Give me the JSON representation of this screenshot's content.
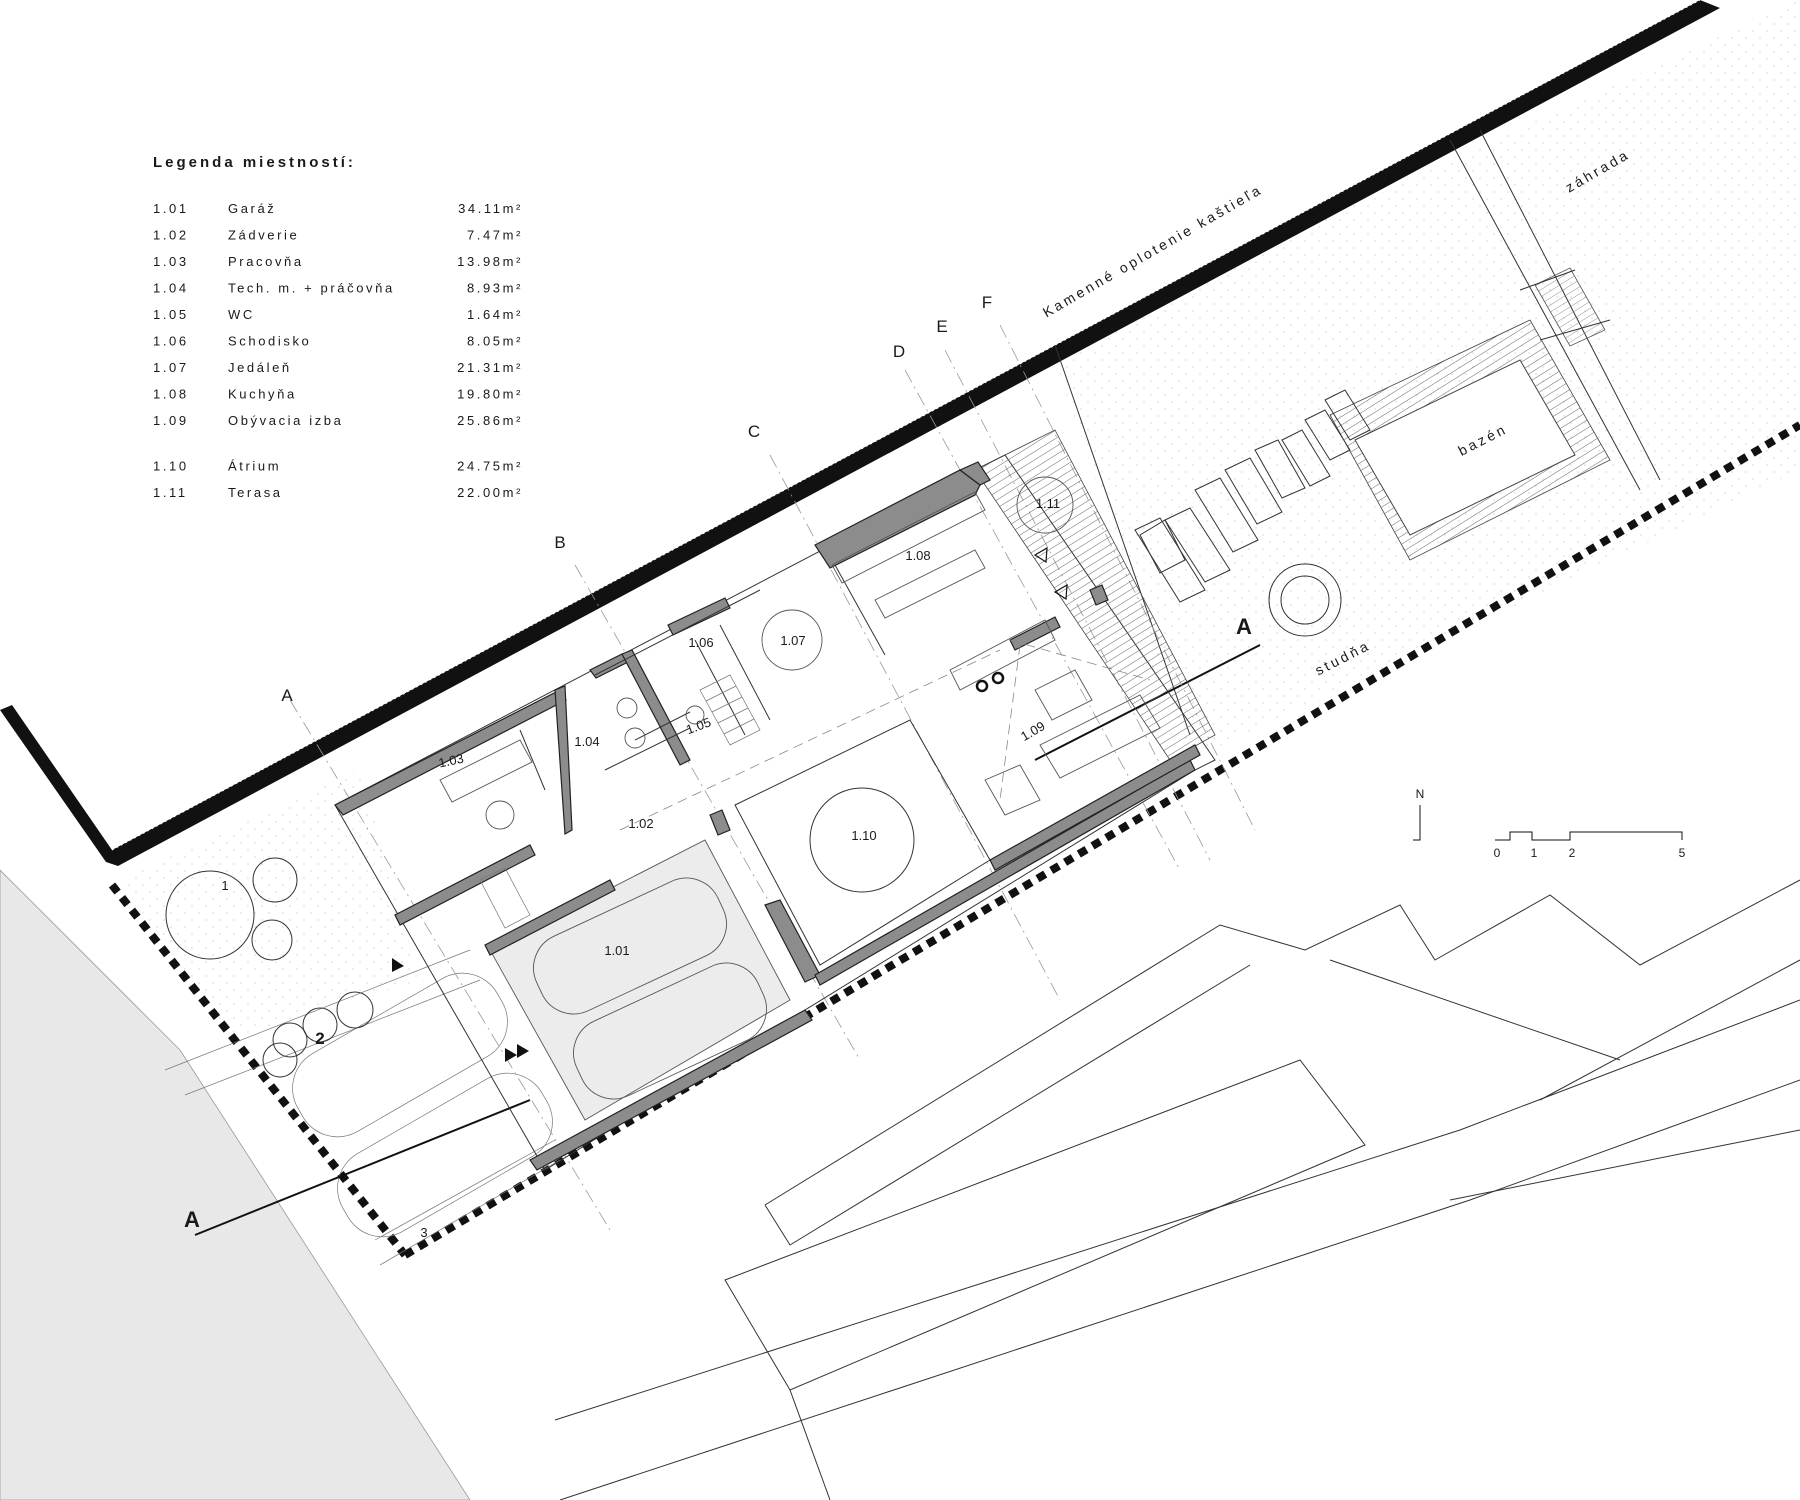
{
  "legend": {
    "title": "Legenda miestností:",
    "rooms": [
      {
        "code": "1.01",
        "name": "Garáž",
        "area": "34.11m²"
      },
      {
        "code": "1.02",
        "name": "Zádverie",
        "area": "7.47m²"
      },
      {
        "code": "1.03",
        "name": "Pracovňa",
        "area": "13.98m²"
      },
      {
        "code": "1.04",
        "name": "Tech. m. + práčovňa",
        "area": "8.93m²"
      },
      {
        "code": "1.05",
        "name": "WC",
        "area": "1.64m²"
      },
      {
        "code": "1.06",
        "name": "Schodisko",
        "area": "8.05m²"
      },
      {
        "code": "1.07",
        "name": "Jedáleň",
        "area": "21.31m²"
      },
      {
        "code": "1.08",
        "name": "Kuchyňa",
        "area": "19.80m²"
      },
      {
        "code": "1.09",
        "name": "Obývacia izba",
        "area": "25.86m²"
      },
      {
        "code": "1.10",
        "name": "Átrium",
        "area": "24.75m²"
      },
      {
        "code": "1.11",
        "name": "Terasa",
        "area": "22.00m²"
      }
    ]
  },
  "room_labels": {
    "r101": "1.01",
    "r102": "1.02",
    "r103": "1.03",
    "r104": "1.04",
    "r105": "1.05",
    "r106": "1.06",
    "r107": "1.07",
    "r108": "1.08",
    "r109": "1.09",
    "r110": "1.10",
    "r111": "1.11"
  },
  "axes": {
    "a": "A",
    "b": "B",
    "c": "C",
    "d": "D",
    "e": "E",
    "f": "F"
  },
  "section_label": "A",
  "site_labels": {
    "stone_fence": "Kamenné oplotenie kaštieľa",
    "garden": "záhrada",
    "pool": "bazén",
    "well": "studňa"
  },
  "site_numbers": {
    "n1": "1",
    "n2": "2",
    "n3": "3"
  },
  "north_label": "N",
  "scale_bar": {
    "ticks": [
      "0",
      "1",
      "2",
      "5"
    ]
  }
}
